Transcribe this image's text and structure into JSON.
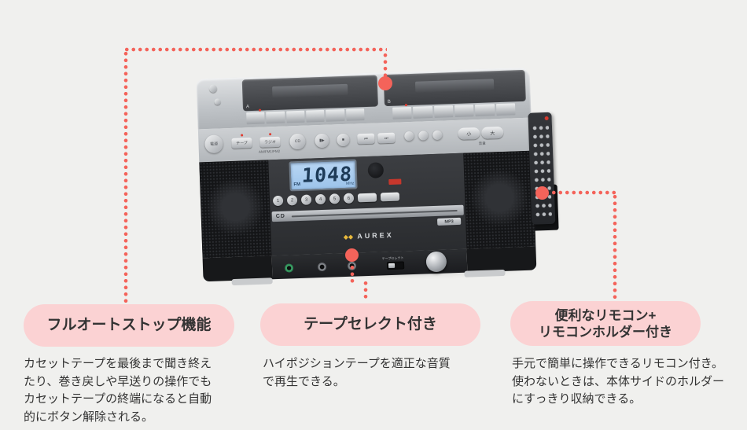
{
  "page": {
    "background": "#f0f0ee",
    "accent_color": "#f4635a",
    "pill_color": "#fbd2d3",
    "text_color": "#333333"
  },
  "device": {
    "display": {
      "value": "1048",
      "band": "FM",
      "unit": "MHz"
    },
    "brand": "AUREX",
    "brand_mark": "◆◆",
    "cd_label": "CD",
    "mp3_badge": "MP3",
    "deck_a": "A",
    "deck_b": "B",
    "buttons": {
      "power": "電源",
      "tape": "テープ",
      "radio": "ラジオ",
      "radio_bands": "AM/FM1/FM2",
      "cd": "CD",
      "volume": "音量",
      "volume_down": "小",
      "volume_up": "大",
      "numbers": [
        "1",
        "2",
        "3",
        "4",
        "5",
        "6"
      ],
      "tape_select": "テープセレクト"
    }
  },
  "features": [
    {
      "title_lines": [
        "フルオートストップ機能"
      ],
      "description": [
        "カセットテープを最後まで聞き終え",
        "たり、巻き戻しや早送りの操作でも",
        "カセットテープの終端になると自動",
        "的にボタン解除される。"
      ]
    },
    {
      "title_lines": [
        "テープセレクト付き"
      ],
      "description": [
        "ハイポジションテープを適正な音質",
        "で再生できる。"
      ]
    },
    {
      "title_lines": [
        "便利なリモコン+",
        "リモコンホルダー付き"
      ],
      "description": [
        "手元で簡単に操作できるリモコン付き。",
        "使わないときは、本体サイドのホルダー",
        "にすっきり収納できる。"
      ]
    }
  ]
}
